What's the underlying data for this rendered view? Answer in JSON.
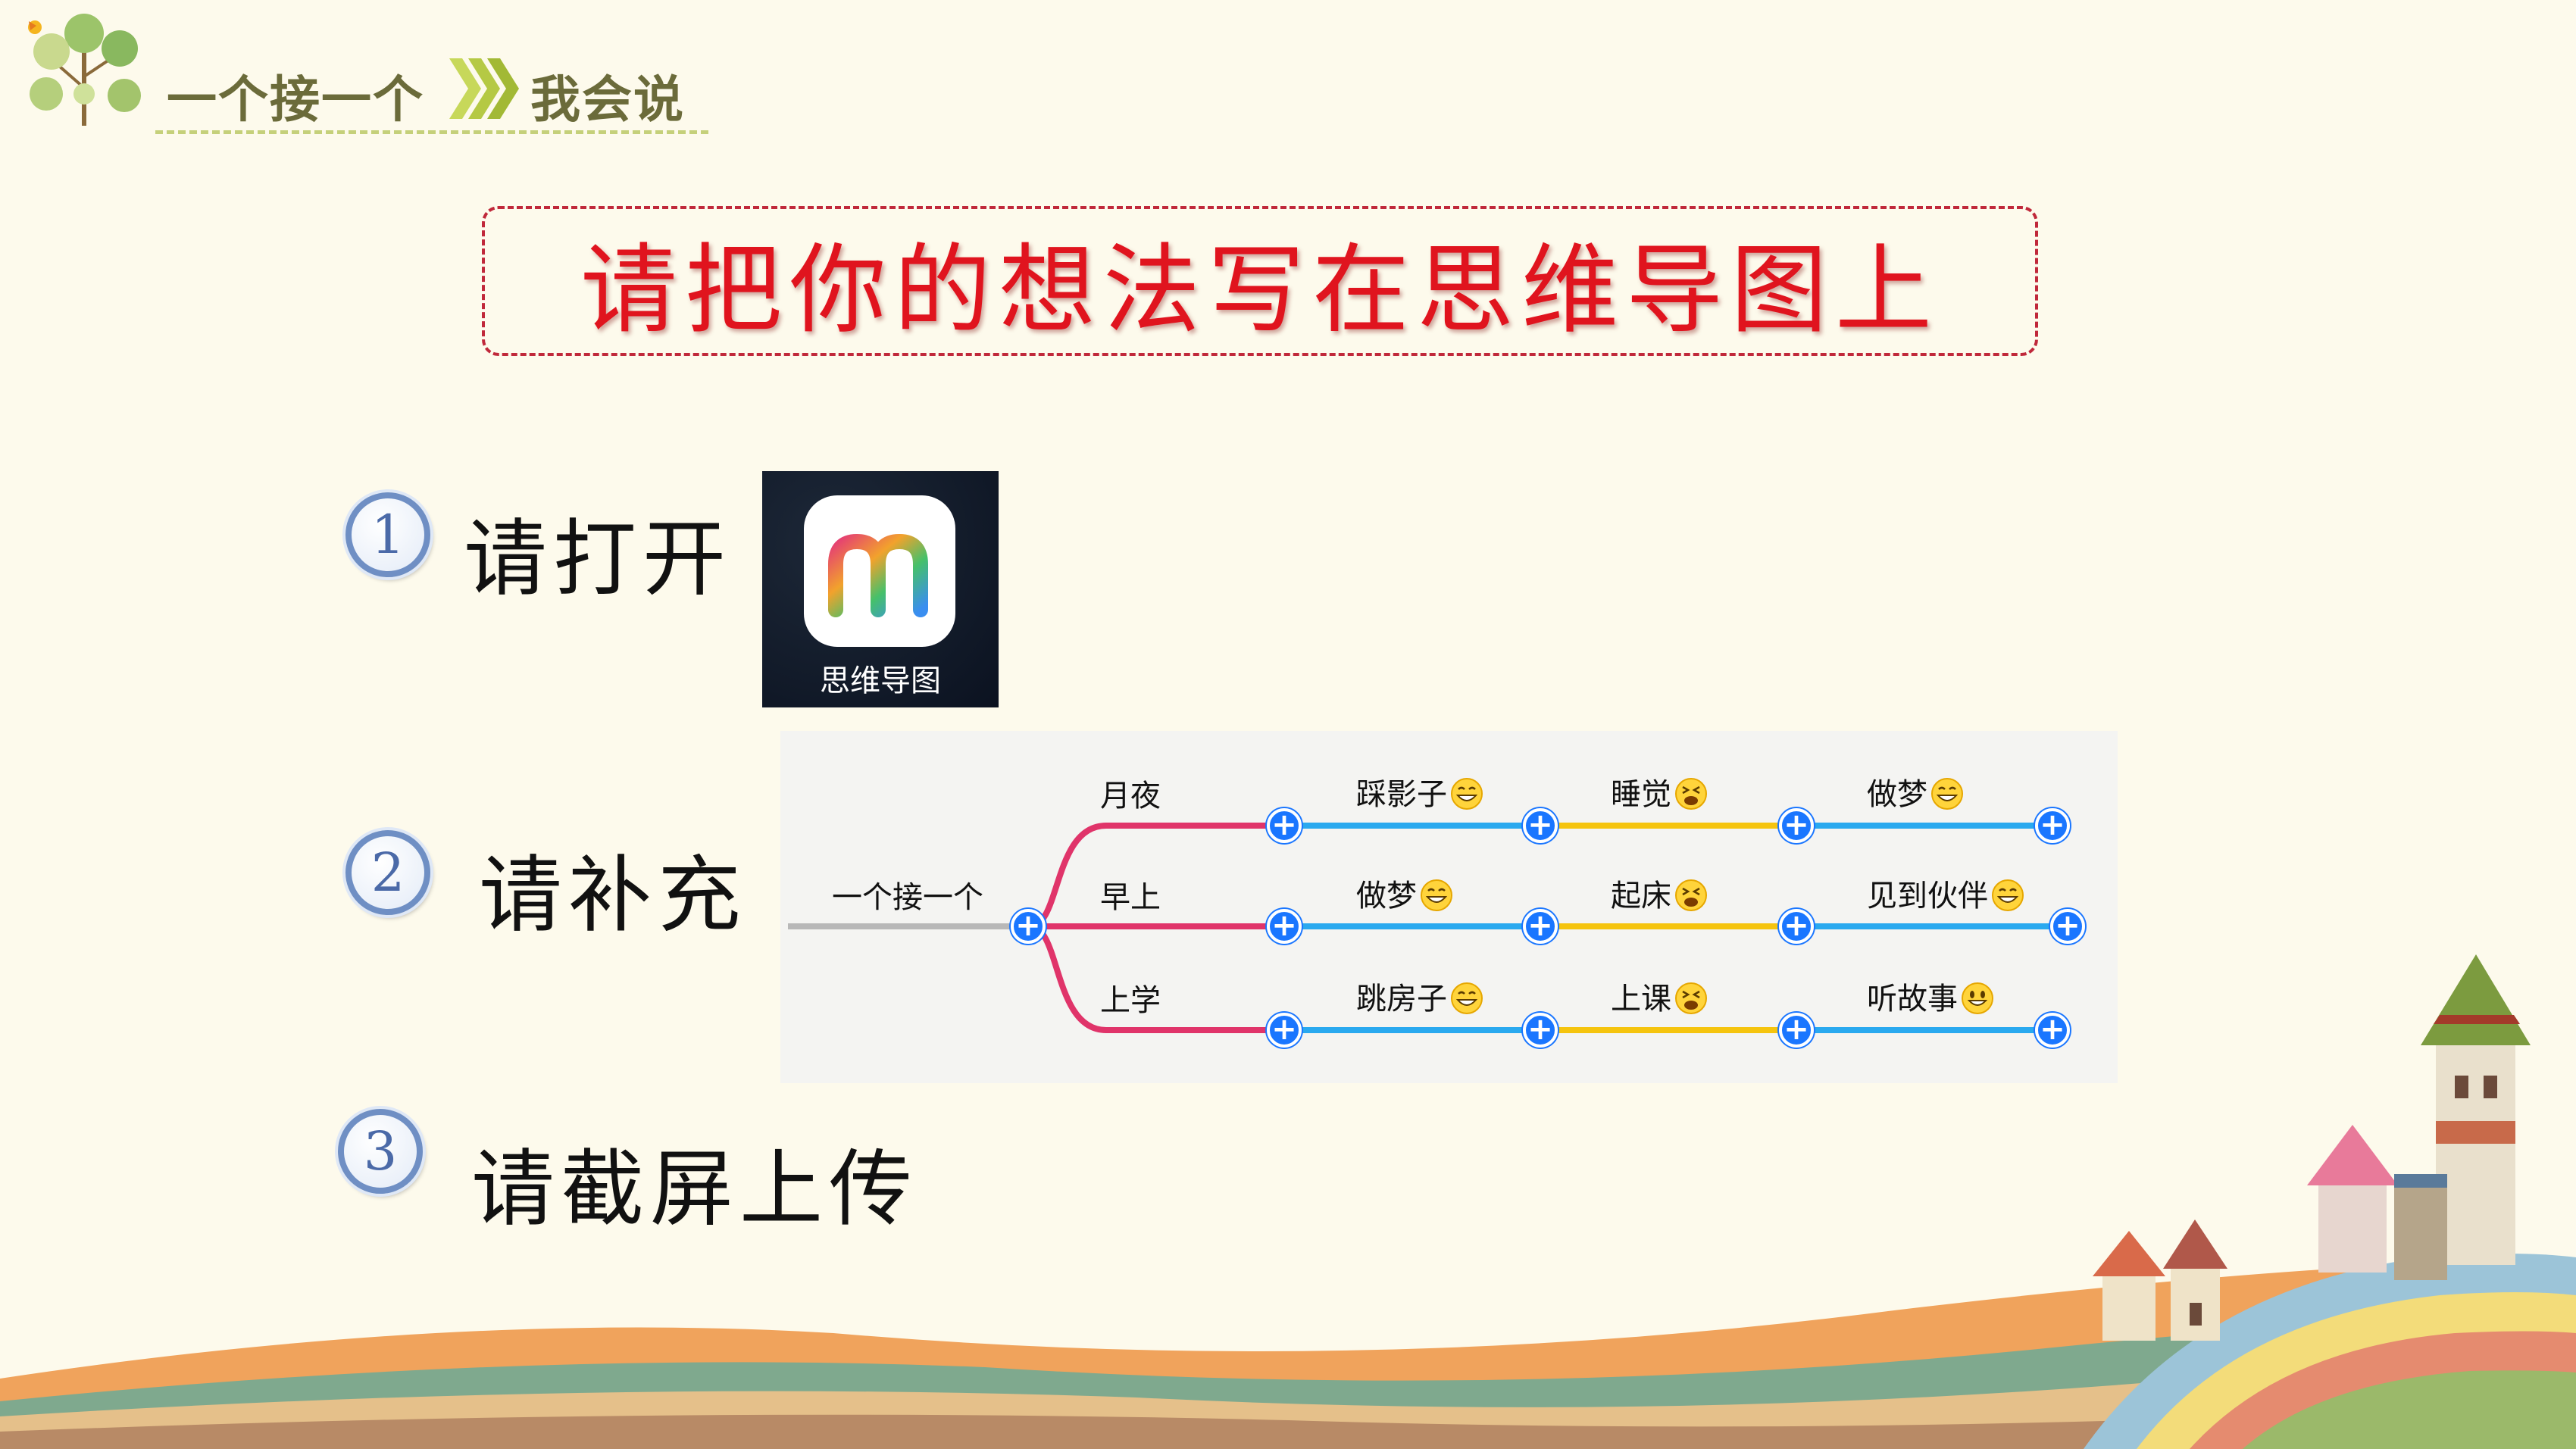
{
  "header": {
    "title": "一个接一个",
    "subtitle": "我会说"
  },
  "main": {
    "title": "请把你的想法写在思维导图上"
  },
  "steps": [
    {
      "number": "1",
      "label": "请打开"
    },
    {
      "number": "2",
      "label": "请补充"
    },
    {
      "number": "3",
      "label": "请截屏上传"
    }
  ],
  "app_icon": {
    "label": "思维导图",
    "icon": "mindmap-app-icon"
  },
  "mindmap": {
    "root": "一个接一个",
    "branches": [
      {
        "label": "月夜",
        "color": "#e0346a",
        "nodes": [
          "踩影子",
          "睡觉",
          "做梦"
        ],
        "emojis": [
          "grin",
          "tired",
          "grin"
        ]
      },
      {
        "label": "早上",
        "color": "#e0346a",
        "nodes": [
          "做梦",
          "起床",
          "见到伙伴"
        ],
        "emojis": [
          "grin",
          "tired",
          "grin"
        ]
      },
      {
        "label": "上学",
        "color": "#e0346a",
        "nodes": [
          "跳房子",
          "上课",
          "听故事"
        ],
        "emojis": [
          "grin",
          "tired",
          "smile"
        ]
      }
    ],
    "segment_colors": [
      "#2aa9ef",
      "#f5c40e",
      "#2aa9ef"
    ]
  },
  "colors": {
    "title_red": "#e0141e",
    "background": "#fdfaec",
    "header_text": "#6b6b3a",
    "plus_blue": "#1a76ff"
  }
}
